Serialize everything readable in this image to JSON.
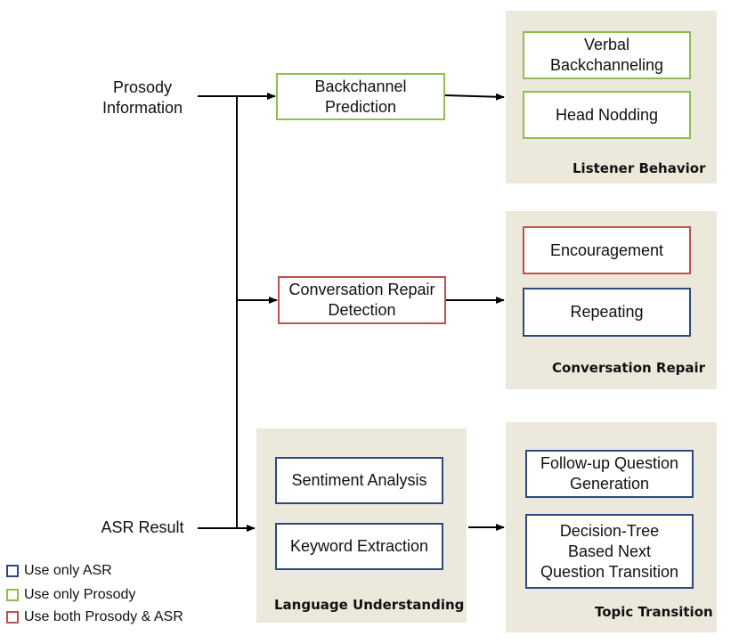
{
  "colors": {
    "asr": "#2b4a7e",
    "prosody": "#8dbf4e",
    "both": "#c0504d",
    "panel_bg": "#ece8dc"
  },
  "inputs": {
    "prosody": "Prosody\nInformation",
    "asr": "ASR Result"
  },
  "modules": {
    "backchannel": "Backchannel\nPrediction",
    "repair_detection": "Conversation Repair\nDetection",
    "sentiment": "Sentiment Analysis",
    "keyword": "Keyword Extraction"
  },
  "panels": {
    "listener_behavior": {
      "title": "Listener Behavior",
      "items": [
        "Verbal\nBackchanneling",
        "Head Nodding"
      ]
    },
    "conversation_repair": {
      "title": "Conversation Repair",
      "items": [
        "Encouragement",
        "Repeating"
      ]
    },
    "language_understanding": {
      "title": "Language Understanding"
    },
    "topic_transition": {
      "title": "Topic Transition",
      "items": [
        "Follow-up Question\nGeneration",
        "Decision-Tree\nBased Next\nQuestion Transition"
      ]
    }
  },
  "legend": [
    {
      "label": "Use only ASR",
      "color": "#2b4a7e"
    },
    {
      "label": "Use only Prosody",
      "color": "#8dbf4e"
    },
    {
      "label": "Use both Prosody & ASR",
      "color": "#c0504d"
    }
  ]
}
